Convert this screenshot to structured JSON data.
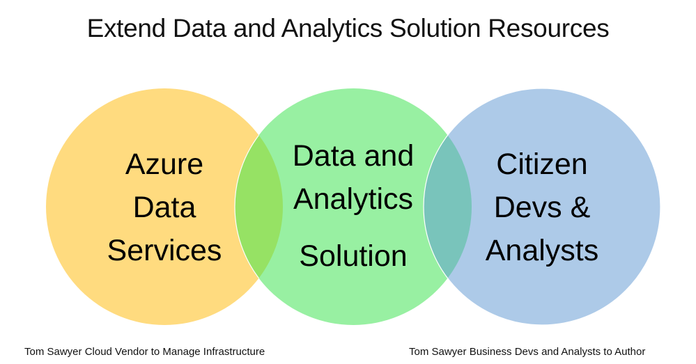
{
  "title": "Extend Data and Analytics Solution Resources",
  "circles": [
    {
      "id": "azure",
      "lines": [
        "Azure",
        "Data",
        "Services"
      ],
      "color": "#FFDB7F"
    },
    {
      "id": "solution",
      "lines": [
        "Data and",
        "Analytics",
        "Solution"
      ],
      "color": "#98F0A2"
    },
    {
      "id": "citizen",
      "lines": [
        "Citizen",
        "Devs &",
        "Analysts"
      ],
      "color": "#ADCAE8"
    }
  ],
  "overlap_colors": {
    "left": "#96E264",
    "right": "#79C4BB"
  },
  "footer": {
    "left": "Tom Sawyer Cloud Vendor to Manage Infrastructure",
    "right": "Tom Sawyer Business Devs and Analysts to Author"
  }
}
